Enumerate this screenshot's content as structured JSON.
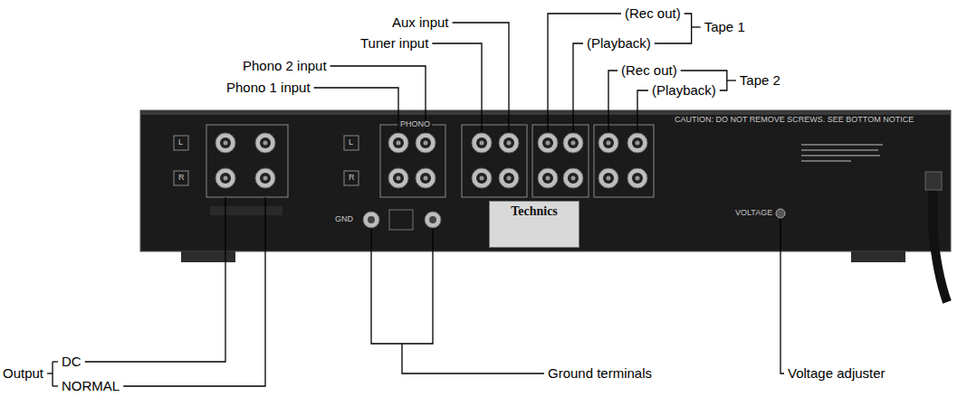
{
  "diagram": {
    "nodes": [
      {
        "text": [
          "Technics"
        ]
      }
    ],
    "labels": [
      "Phono 1 input",
      "Phono 2 input",
      "Tuner input",
      "Aux input",
      "(Rec out)",
      "(Playback)",
      "Tape 1",
      "(Rec out)",
      "(Playback)",
      "Tape 2",
      "Output",
      "DC",
      "NORMAL",
      "Ground terminals",
      "Voltage adjuster",
      "L",
      "R",
      "L",
      "R",
      "GND",
      "CAUTION: DO NOT REMOVE SCREWS. SEE BOTTOM NOTICE",
      "VOLTAGE",
      "PHONO"
    ]
  }
}
